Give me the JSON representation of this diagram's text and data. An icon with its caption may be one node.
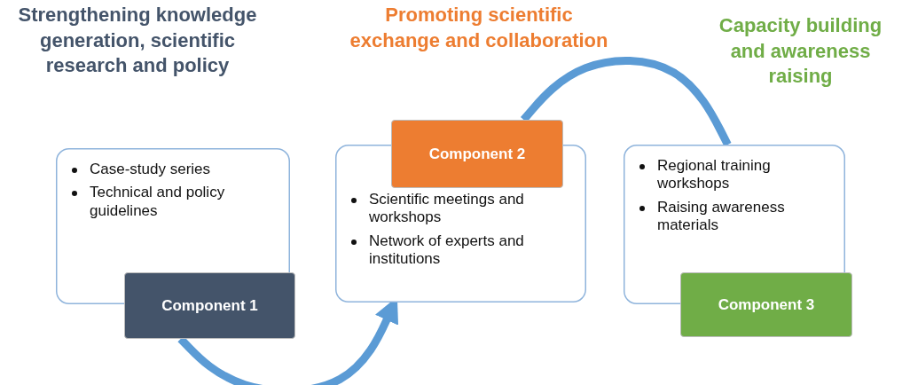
{
  "diagram": {
    "nodes": [
      {
        "text": [
          "Case-study series",
          "Technical and policy guidelines"
        ]
      },
      {
        "text": [
          "Component 1"
        ]
      },
      {
        "text": [
          "Scientific meetings and workshops",
          "Network of experts and institutions"
        ]
      },
      {
        "text": [
          "Component 2"
        ]
      },
      {
        "text": [
          "Regional training workshops",
          "Raising awareness materials"
        ]
      },
      {
        "text": [
          "Component 3"
        ]
      }
    ],
    "edges": [
      {
        "from": 1,
        "to": 2,
        "arrow": "to"
      },
      {
        "from": 3,
        "to": 4,
        "arrow": "none"
      }
    ],
    "labels": [
      "Strengthening knowledge generation, scientific research and policy",
      "Promoting scientific exchange and collaboration",
      "Capacity building and awareness raising"
    ]
  }
}
